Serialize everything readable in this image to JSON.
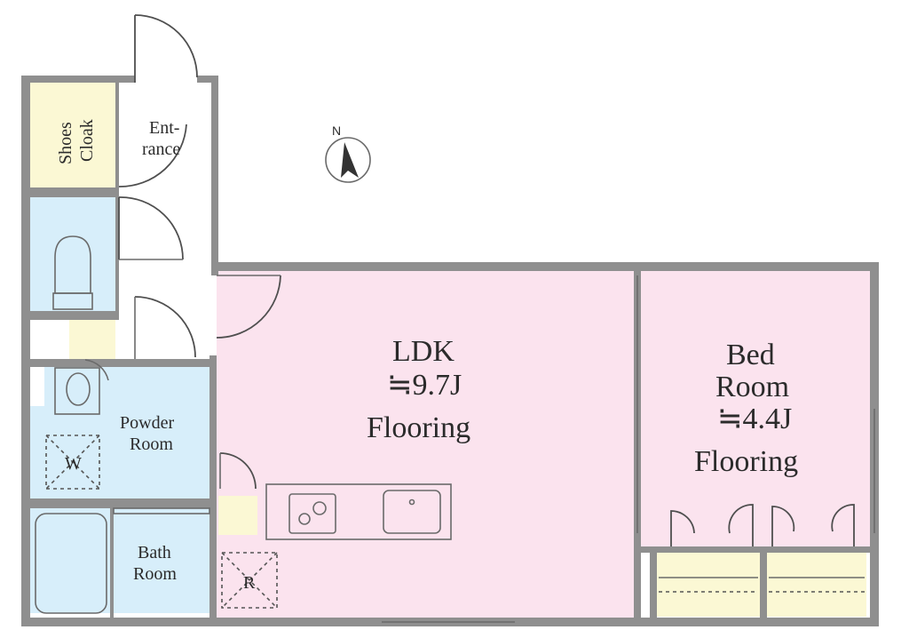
{
  "rooms": {
    "shoes_cloak": {
      "line1": "Shoes",
      "line2": "Cloak"
    },
    "entrance": {
      "line1": "Ent-",
      "line2": "rance"
    },
    "powder_room": {
      "line1": "Powder",
      "line2": "Room"
    },
    "washer": "W",
    "bath_room": {
      "line1": "Bath",
      "line2": "Room"
    },
    "refrigerator": "R",
    "ldk": {
      "name": "LDK",
      "area": "≒9.7J",
      "floor": "Flooring"
    },
    "bedroom": {
      "line1": "Bed",
      "line2": "Room",
      "area": "≒4.4J",
      "floor": "Flooring"
    }
  },
  "compass": {
    "north": "N"
  },
  "colors": {
    "ldk_fill": "#fbe3ee",
    "wet_area_fill": "#d7eefa",
    "storage_fill": "#fbf8d4",
    "wall": "#8f8f8f"
  }
}
